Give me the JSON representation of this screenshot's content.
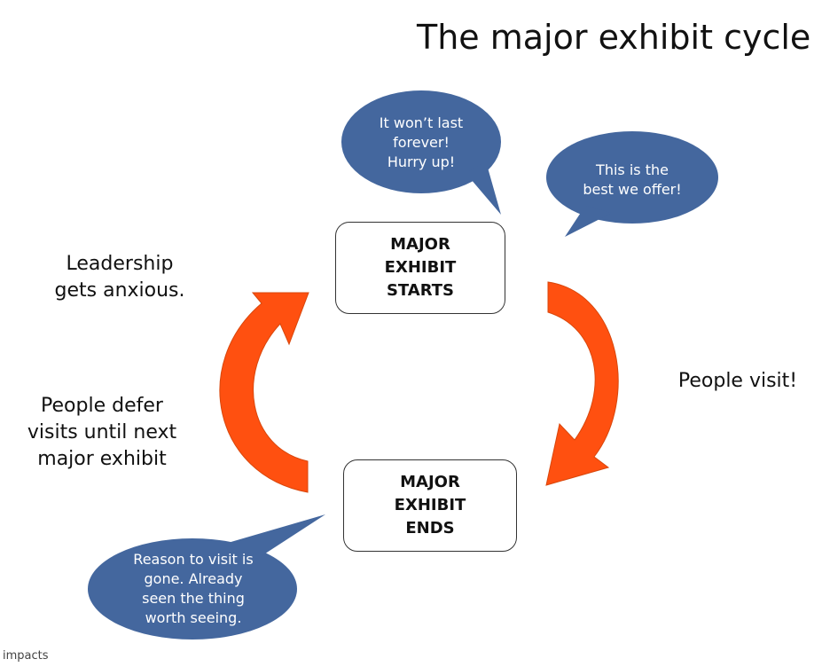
{
  "title": "The major exhibit cycle",
  "colors": {
    "arrow": "#FF5010",
    "arrow_stroke": "#D8470C",
    "bubble": "#44679E",
    "box_border": "#333333"
  },
  "nodes": {
    "start": "MAJOR\nEXHIBIT\nSTARTS",
    "end": "MAJOR\nEXHIBIT\nENDS"
  },
  "labels": {
    "leadership": "Leadership\ngets anxious.",
    "people_visit": "People visit!",
    "people_defer": "People defer\nvisits until next\nmajor exhibit"
  },
  "bubbles": {
    "hurry": "It won’t last\nforever!\nHurry up!",
    "best": "This is the\nbest we offer!",
    "reason": "Reason to visit is\ngone. Already\nseen the thing\nworth seeing."
  },
  "logo": "impacts"
}
